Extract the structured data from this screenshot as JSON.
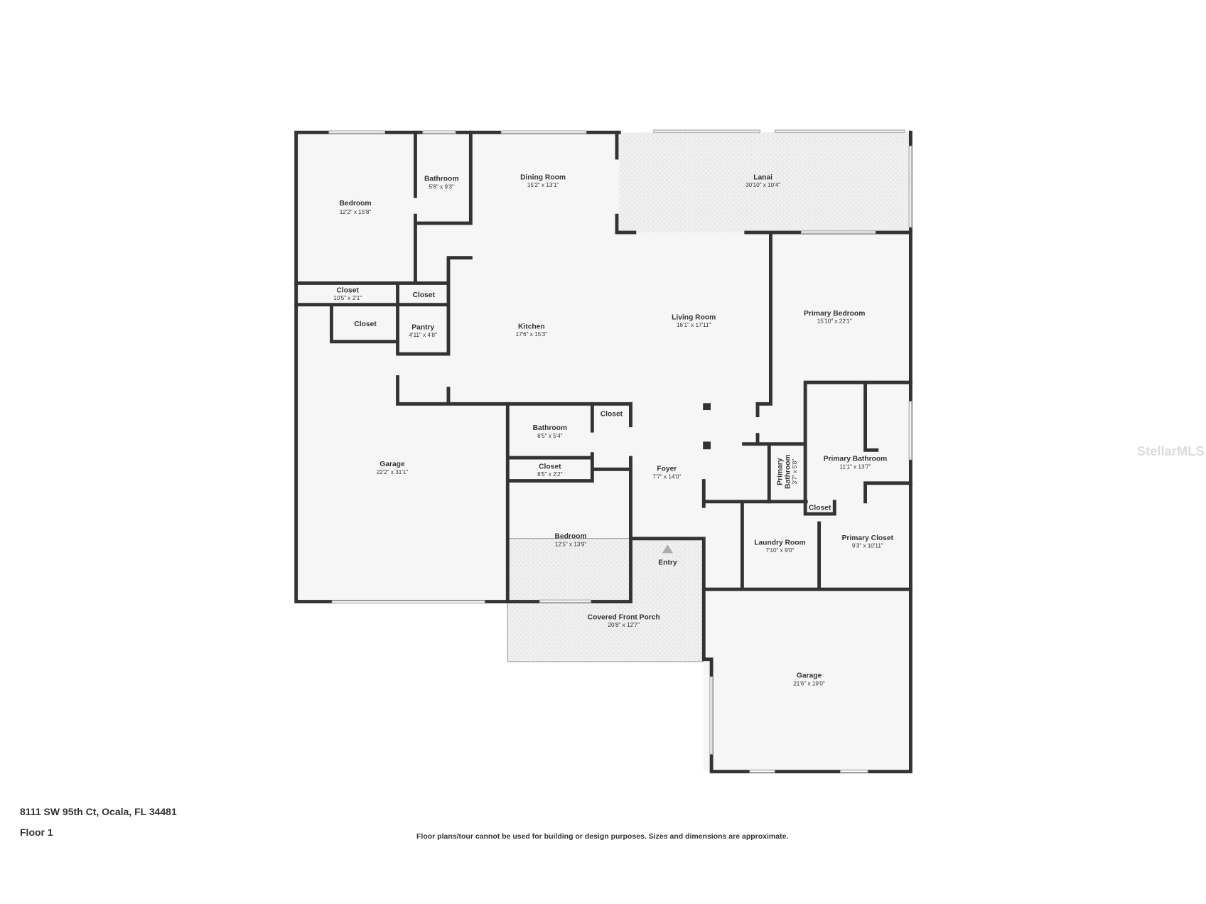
{
  "plan": {
    "rooms": [
      {
        "name": "Bedroom",
        "dims": "12'2\" x 15'8\""
      },
      {
        "name": "Bathroom",
        "dims": "5'8\" x 9'3\""
      },
      {
        "name": "Dining Room",
        "dims": "15'2\" x 13'1\""
      },
      {
        "name": "Lanai",
        "dims": "30'10\" x 10'4\""
      },
      {
        "name": "Closet",
        "dims": "10'5\" x 2'1\""
      },
      {
        "name": "Closet",
        "dims": ""
      },
      {
        "name": "Closet",
        "dims": ""
      },
      {
        "name": "Pantry",
        "dims": "4'11\" x 4'8\""
      },
      {
        "name": "Kitchen",
        "dims": "17'6\" x 15'3\""
      },
      {
        "name": "Living Room",
        "dims": "16'1\" x 17'11\""
      },
      {
        "name": "Primary Bedroom",
        "dims": "15'10\" x 22'1\""
      },
      {
        "name": "Garage",
        "dims": "22'2\" x 31'1\""
      },
      {
        "name": "Bathroom",
        "dims": "8'5\" x 5'4\""
      },
      {
        "name": "Closet",
        "dims": ""
      },
      {
        "name": "Closet",
        "dims": "8'5\" x 2'2\""
      },
      {
        "name": "Bedroom",
        "dims": "12'5\" x 13'9\""
      },
      {
        "name": "Foyer",
        "dims": "7'7\" x 14'0\""
      },
      {
        "name": "Primary Bathroom",
        "dims": "11'1\" x 13'7\""
      },
      {
        "name": "Primary Bathroom",
        "dims": "3'7\" x 5'8\""
      },
      {
        "name": "Closet",
        "dims": ""
      },
      {
        "name": "Laundry Room",
        "dims": "7'10\" x 9'0\""
      },
      {
        "name": "Primary Closet",
        "dims": "9'3\" x 10'11\""
      },
      {
        "name": "Entry",
        "dims": ""
      },
      {
        "name": "Covered Front Porch",
        "dims": "20'8\" x 12'7\""
      },
      {
        "name": "Garage",
        "dims": "21'6\" x 19'0\""
      }
    ],
    "small_bath_name_line1": "Primary",
    "small_bath_name_line2": "Bathroom",
    "entry_icon": "entry-arrow-icon",
    "wall_color": "#333333",
    "floor_color": "#f6f6f6"
  },
  "footer": {
    "address": "8111 SW 95th Ct, Ocala, FL 34481",
    "floor": "Floor 1",
    "disclaimer": "Floor plans/tour cannot be used for building or design purposes. Sizes and dimensions are approximate."
  },
  "watermark": "StellarMLS"
}
